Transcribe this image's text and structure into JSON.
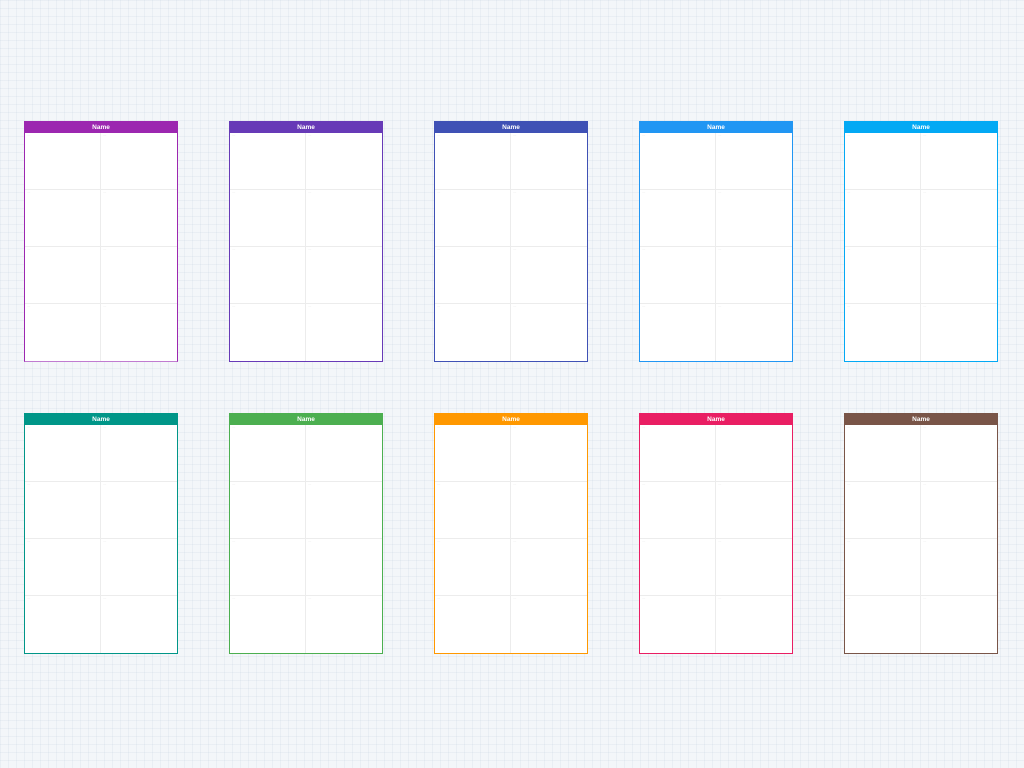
{
  "board": {
    "cards": [
      {
        "title": "Name",
        "color": "#9c27b0",
        "border_bottom_color": "#c07bd0",
        "cells": [
          "····",
          "····",
          "····",
          "····",
          "····",
          "····",
          "····",
          "····"
        ]
      },
      {
        "title": "Name",
        "color": "#673ab7",
        "border_bottom_color": "#673ab7",
        "cells": [
          "····",
          "····",
          "····",
          "····",
          "····",
          "····",
          "····",
          "····"
        ]
      },
      {
        "title": "Name",
        "color": "#3f51b5",
        "border_bottom_color": "#3f51b5",
        "cells": [
          "····",
          "····",
          "····",
          "····",
          "····",
          "····",
          "····",
          "····"
        ]
      },
      {
        "title": "Name",
        "color": "#2196f3",
        "border_bottom_color": "#2196f3",
        "cells": [
          "····",
          "····",
          "····",
          "····",
          "····",
          "····",
          "····",
          "····"
        ]
      },
      {
        "title": "Name",
        "color": "#03a9f4",
        "border_bottom_color": "#03a9f4",
        "cells": [
          "····",
          "····",
          "····",
          "····",
          "····",
          "····",
          "····",
          "····"
        ]
      },
      {
        "title": "Name",
        "color": "#009688",
        "border_bottom_color": "#009688",
        "cells": [
          "····",
          "····",
          "····",
          "····",
          "····",
          "····",
          "····",
          "····"
        ]
      },
      {
        "title": "Name",
        "color": "#4caf50",
        "border_bottom_color": "#4caf50",
        "cells": [
          "····",
          "····",
          "····",
          "····",
          "····",
          "····",
          "····",
          "····"
        ]
      },
      {
        "title": "Name",
        "color": "#ff9800",
        "border_bottom_color": "#ff9800",
        "cells": [
          "····",
          "····",
          "····",
          "····",
          "····",
          "····",
          "····",
          "····"
        ]
      },
      {
        "title": "Name",
        "color": "#e91e63",
        "border_bottom_color": "#e91e63",
        "cells": [
          "····",
          "····",
          "····",
          "····",
          "····",
          "····",
          "····",
          "····"
        ]
      },
      {
        "title": "Name",
        "color": "#795548",
        "border_bottom_color": "#795548",
        "cells": [
          "····",
          "····",
          "····",
          "····",
          "····",
          "····",
          "····",
          "····"
        ]
      }
    ]
  }
}
